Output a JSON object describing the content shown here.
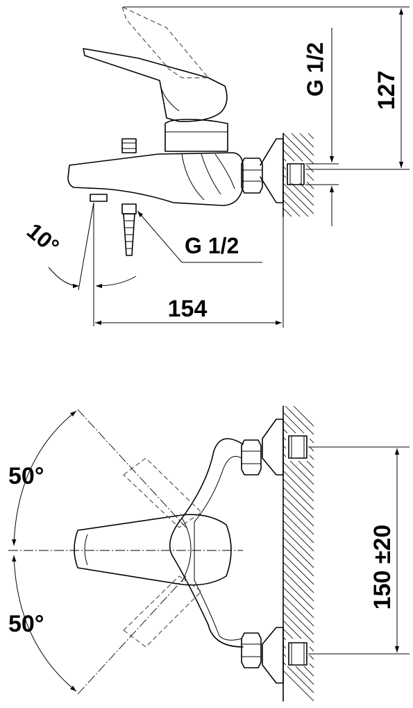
{
  "side_view": {
    "dim_height": "127",
    "dim_connection_thread": "G 1/2",
    "dim_outlet_thread": "G 1/2",
    "dim_angle": "10°",
    "dim_length": "154"
  },
  "top_view": {
    "dim_swing_up": "50°",
    "dim_swing_down": "50°",
    "dim_centers": "150 ±20"
  }
}
